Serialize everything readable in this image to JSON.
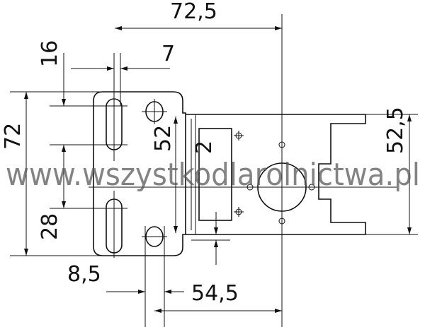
{
  "drawing": {
    "dimensions": {
      "overall_width": "72,5",
      "slot_offset": "16",
      "slot_width": "7",
      "plate_height": "72",
      "slot_spacing": "28",
      "flange_height": "52",
      "thickness": "2",
      "body_height": "52,5",
      "hole_offset": "8,5",
      "hole_to_center": "54,5"
    },
    "watermark": "www.wszystkodlarolnictwa.pl"
  }
}
